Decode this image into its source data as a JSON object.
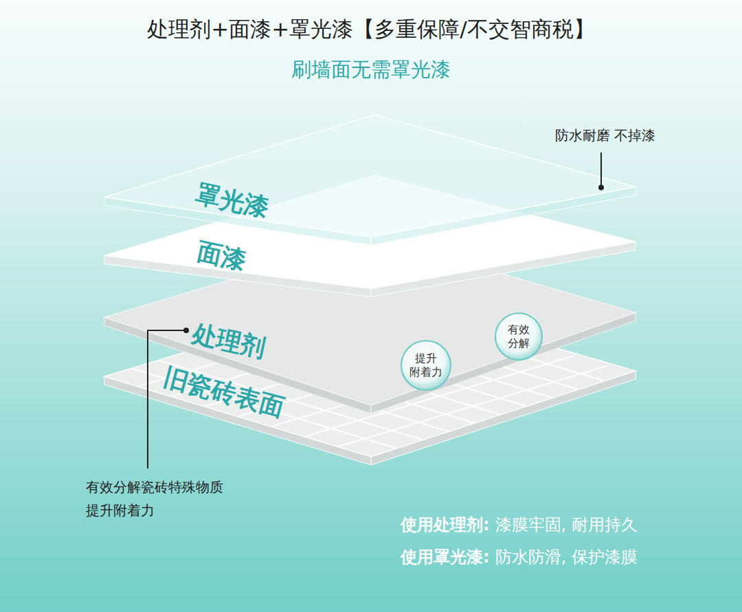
{
  "diagram": {
    "title": "处理剂+面漆+罩光漆【多重保障/不交智商税】",
    "nodes": [
      {
        "text": [
          "罩光漆"
        ]
      },
      {
        "text": [
          "面漆"
        ]
      },
      {
        "text": [
          "处理剂"
        ]
      },
      {
        "text": [
          "旧瓷砖表面"
        ]
      },
      {
        "text": [
          "有效 分解"
        ]
      },
      {
        "text": [
          "提升 附着力"
        ]
      }
    ],
    "labels": [
      "刷墙面无需罩光漆",
      "防水耐磨 不掉漆",
      "有效分解瓷砖特殊物质 提升附着力",
      "使用处理剂:",
      "漆膜牢固, 耐用持久",
      "使用罩光漆:",
      "防水防滑, 保护漆膜"
    ]
  }
}
